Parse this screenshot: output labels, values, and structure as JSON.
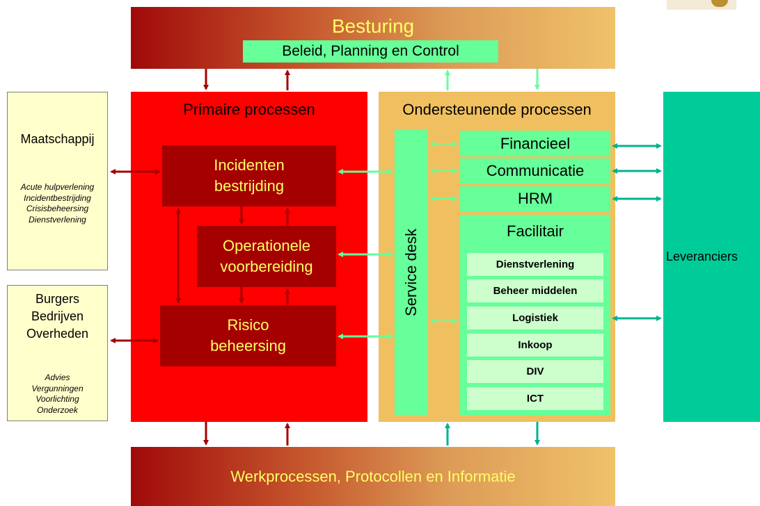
{
  "governance": {
    "title": "Besturing",
    "subtitle": "Beleid, Planning en Control"
  },
  "work": {
    "title": "Werkprocessen, Protocollen en Informatie"
  },
  "primary": {
    "title": "Primaire processen",
    "incident_line1": "Incidenten",
    "incident_line2": "bestrijding",
    "operational_line1": "Operationele",
    "operational_line2": "voorbereiding",
    "risk_line1": "Risico",
    "risk_line2": "beheersing"
  },
  "support": {
    "title": "Ondersteunende processen",
    "service_desk": "Service desk",
    "financial": "Financieel",
    "communication": "Communicatie",
    "hrm": "HRM",
    "facility": {
      "title": "Facilitair",
      "items": [
        "Dienstverlening",
        "Beheer middelen",
        "Logistiek",
        "Inkoop",
        "DIV",
        "ICT"
      ]
    }
  },
  "suppliers": {
    "label": "Leveranciers"
  },
  "society": {
    "title": "Maatschappij",
    "items": [
      "Acute hulpverlening",
      "Incidentbestrijding",
      "Crisisbeheersing",
      "Dienstverlening"
    ]
  },
  "citizens": {
    "title_lines": [
      "Burgers",
      "Bedrijven",
      "Overheden"
    ],
    "items": [
      "Advies",
      "Vergunningen",
      "Voorlichting",
      "Onderzoek"
    ]
  },
  "colors": {
    "primary_red": "#ff0000",
    "dark_red": "#a50000",
    "support_orange": "#f0c060",
    "light_green": "#66ff99",
    "pale_green": "#ccffcc",
    "teal": "#00cc99",
    "arrow_red": "#a50000",
    "arrow_green": "#66ff99",
    "arrow_teal": "#00b38f",
    "band_text": "#ffff66"
  }
}
